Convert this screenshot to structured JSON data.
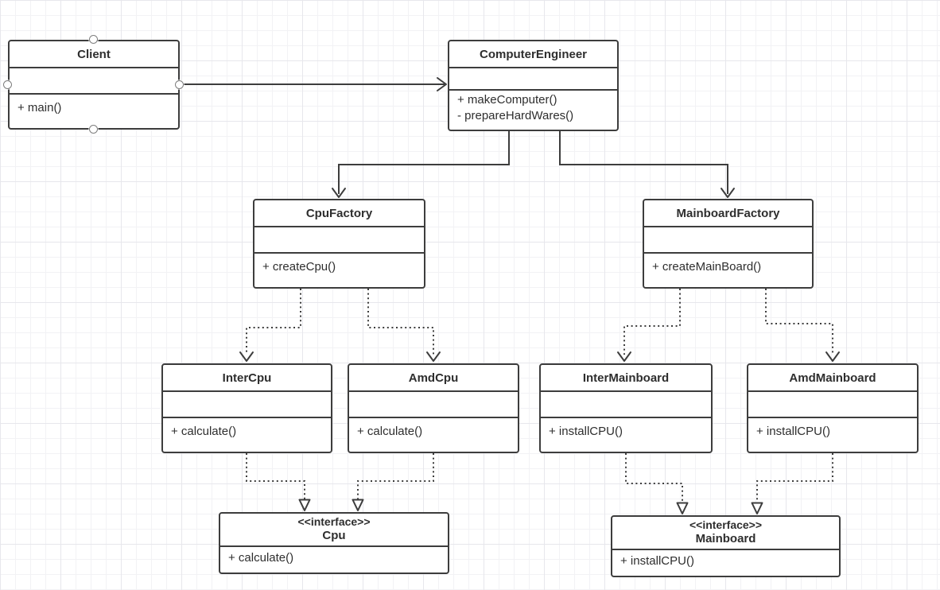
{
  "diagram": {
    "kind": "uml-class-diagram",
    "colors": {
      "stroke": "#3d3d3d",
      "box_background": "#ffffff",
      "grid_minor": "#f2f2f5",
      "grid_major": "#e7e7ec",
      "canvas_background": "#ffffff"
    }
  },
  "classes": {
    "client": {
      "name": "Client",
      "methods": [
        "+ main()"
      ]
    },
    "computer_engineer": {
      "name": "ComputerEngineer",
      "methods": [
        "+ makeComputer()",
        "- prepareHardWares()"
      ]
    },
    "cpu_factory": {
      "name": "CpuFactory",
      "methods": [
        "+ createCpu()"
      ]
    },
    "mainboard_factory": {
      "name": "MainboardFactory",
      "methods": [
        "+ createMainBoard()"
      ]
    },
    "inter_cpu": {
      "name": "InterCpu",
      "methods": [
        "+ calculate()"
      ]
    },
    "amd_cpu": {
      "name": "AmdCpu",
      "methods": [
        "+ calculate()"
      ]
    },
    "inter_mainboard": {
      "name": "InterMainboard",
      "methods": [
        "+ installCPU()"
      ]
    },
    "amd_mainboard": {
      "name": "AmdMainboard",
      "methods": [
        "+ installCPU()"
      ]
    },
    "cpu_interface": {
      "stereotype": "<<interface>>",
      "name": "Cpu",
      "methods": [
        "+ calculate()"
      ]
    },
    "mainboard_interface": {
      "stereotype": "<<interface>>",
      "name": "Mainboard",
      "methods": [
        "+ installCPU()"
      ]
    }
  },
  "relations": [
    {
      "from": "Client",
      "to": "ComputerEngineer",
      "line": "solid",
      "arrowhead": "open-v"
    },
    {
      "from": "ComputerEngineer",
      "to": "CpuFactory",
      "line": "solid",
      "arrowhead": "open-v"
    },
    {
      "from": "ComputerEngineer",
      "to": "MainboardFactory",
      "line": "solid",
      "arrowhead": "open-v"
    },
    {
      "from": "CpuFactory",
      "to": "InterCpu",
      "line": "dotted",
      "arrowhead": "open-v"
    },
    {
      "from": "CpuFactory",
      "to": "AmdCpu",
      "line": "dotted",
      "arrowhead": "open-v"
    },
    {
      "from": "MainboardFactory",
      "to": "InterMainboard",
      "line": "dotted",
      "arrowhead": "open-v"
    },
    {
      "from": "MainboardFactory",
      "to": "AmdMainboard",
      "line": "dotted",
      "arrowhead": "open-v"
    },
    {
      "from": "InterCpu",
      "to": "Cpu",
      "line": "dotted",
      "arrowhead": "hollow-triangle"
    },
    {
      "from": "AmdCpu",
      "to": "Cpu",
      "line": "dotted",
      "arrowhead": "hollow-triangle"
    },
    {
      "from": "InterMainboard",
      "to": "Mainboard",
      "line": "dotted",
      "arrowhead": "hollow-triangle"
    },
    {
      "from": "AmdMainboard",
      "to": "Mainboard",
      "line": "dotted",
      "arrowhead": "hollow-triangle"
    }
  ]
}
